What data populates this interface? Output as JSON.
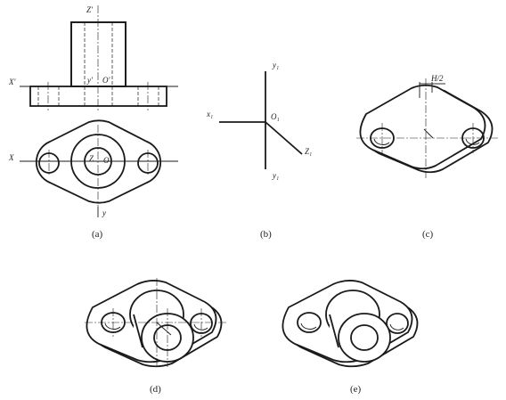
{
  "figure": {
    "panel_a": {
      "caption": "(a)",
      "labels": {
        "z_prime": "Z′",
        "x_prime": "X′",
        "y_prime": "y′",
        "o_prime": "O′",
        "x": "X",
        "z": "Z",
        "o": "O",
        "y": "y"
      }
    },
    "panel_b": {
      "caption": "(b)",
      "labels": {
        "y1_top": "y₁",
        "x1": "x₁",
        "o1": "O₁",
        "z1": "Z₁",
        "y1_bottom": "y₁"
      }
    },
    "panel_c": {
      "caption": "(c)",
      "labels": {
        "h_half": "H/2"
      }
    },
    "panel_d": {
      "caption": "(d)"
    },
    "panel_e": {
      "caption": "(e)"
    }
  }
}
